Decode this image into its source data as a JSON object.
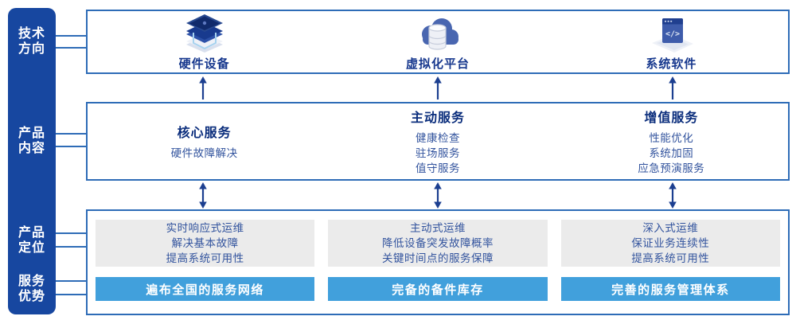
{
  "sidebar": {
    "items": [
      {
        "label": "技术\n方向"
      },
      {
        "label": "产品\n内容"
      },
      {
        "label": "产品\n定位"
      },
      {
        "label": "服务\n优势"
      }
    ]
  },
  "tech_row": {
    "columns": [
      {
        "icon": "server-stack-icon",
        "label": "硬件设备"
      },
      {
        "icon": "cloud-database-icon",
        "label": "虚拟化平台"
      },
      {
        "icon": "code-window-icon",
        "label": "系统软件"
      }
    ]
  },
  "content_row": {
    "columns": [
      {
        "title": "核心服务",
        "items": [
          "硬件故障解决"
        ]
      },
      {
        "title": "主动服务",
        "items": [
          "健康检查",
          "驻场服务",
          "值守服务"
        ]
      },
      {
        "title": "增值服务",
        "items": [
          "性能优化",
          "系统加固",
          "应急预演服务"
        ]
      }
    ]
  },
  "bottom_row": {
    "columns": [
      {
        "positioning": [
          "实时响应式运维",
          "解决基本故障",
          "提高系统可用性"
        ],
        "advantage": "遍布全国的服务网络"
      },
      {
        "positioning": [
          "主动式运维",
          "降低设备突发故障概率",
          "关键时间点的服务保障"
        ],
        "advantage": "完备的备件库存"
      },
      {
        "positioning": [
          "深入式运维",
          "保证业务连续性",
          "提高系统可用性"
        ],
        "advantage": "完善的服务管理体系"
      }
    ]
  },
  "colors": {
    "sidebar_bg": "#1747a0",
    "box_border": "#2e6cb7",
    "tech_label": "#17388e",
    "service_title": "#0a2d7c",
    "body_text": "#33549e",
    "arrow": "#1c3f90",
    "advantage_bar": "#41a0dc",
    "positioning_card_bg": "#ebebeb"
  }
}
